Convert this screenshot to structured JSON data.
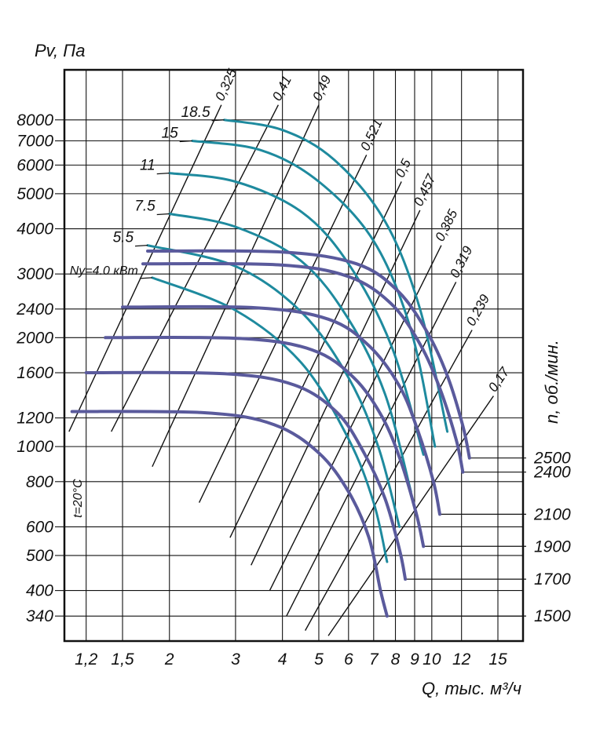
{
  "chart_data": {
    "type": "line",
    "title": "",
    "ylabel": "Pv, Па",
    "xlabel": "Q, тыс. м³/ч",
    "rpm_label": "n, об./мин.",
    "temperature_label": "t=20°C",
    "x_scale": "log",
    "y_scale": "log",
    "xlim": [
      1.05,
      17.5
    ],
    "ylim": [
      290,
      11000
    ],
    "x_ticks": [
      1.2,
      1.5,
      2,
      3,
      4,
      5,
      6,
      7,
      8,
      9,
      10,
      12,
      15
    ],
    "x_tick_labels": [
      "1,2",
      "1,5",
      "2",
      "3",
      "4",
      "5",
      "6",
      "7",
      "8",
      "9",
      "10",
      "12",
      "15"
    ],
    "y_ticks": [
      340,
      400,
      500,
      600,
      800,
      1000,
      1200,
      1600,
      2000,
      2400,
      3000,
      4000,
      5000,
      6000,
      7000,
      8000
    ],
    "y_tick_labels": [
      "340",
      "400",
      "500",
      "600",
      "800",
      "1000",
      "1200",
      "1600",
      "2000",
      "2400",
      "3000",
      "4000",
      "5000",
      "6000",
      "7000",
      "8000"
    ],
    "grid": true,
    "power_curves": [
      {
        "name": "Ny=4.0 кВт",
        "points": [
          [
            1.8,
            2930
          ],
          [
            3.0,
            2380
          ],
          [
            4.5,
            1700
          ],
          [
            6.0,
            1050
          ],
          [
            7.0,
            700
          ],
          [
            7.6,
            480
          ]
        ]
      },
      {
        "name": "5.5",
        "points": [
          [
            1.75,
            3600
          ],
          [
            3.0,
            3150
          ],
          [
            4.5,
            2350
          ],
          [
            6.0,
            1550
          ],
          [
            7.2,
            1000
          ],
          [
            8.2,
            600
          ]
        ]
      },
      {
        "name": "7.5",
        "points": [
          [
            2.0,
            4400
          ],
          [
            3.0,
            4050
          ],
          [
            4.5,
            3250
          ],
          [
            6.0,
            2250
          ],
          [
            7.5,
            1400
          ],
          [
            8.8,
            750
          ]
        ]
      },
      {
        "name": "11",
        "points": [
          [
            2.0,
            5700
          ],
          [
            3.0,
            5400
          ],
          [
            4.5,
            4450
          ],
          [
            6.0,
            3200
          ],
          [
            7.8,
            1900
          ],
          [
            9.5,
            950
          ]
        ]
      },
      {
        "name": "15",
        "points": [
          [
            2.3,
            7000
          ],
          [
            3.5,
            6600
          ],
          [
            5.0,
            5400
          ],
          [
            7.0,
            3700
          ],
          [
            8.8,
            2100
          ],
          [
            10.2,
            1000
          ]
        ]
      },
      {
        "name": "18.5",
        "points": [
          [
            2.8,
            8000
          ],
          [
            4.0,
            7500
          ],
          [
            5.5,
            6200
          ],
          [
            7.5,
            4200
          ],
          [
            9.3,
            2400
          ],
          [
            11.0,
            1100
          ]
        ]
      }
    ],
    "series": [
      {
        "name": "1500",
        "points": [
          [
            1.1,
            1250
          ],
          [
            2.5,
            1240
          ],
          [
            3.8,
            1150
          ],
          [
            5.0,
            960
          ],
          [
            6.0,
            750
          ],
          [
            6.8,
            560
          ],
          [
            7.3,
            400
          ],
          [
            7.6,
            340
          ]
        ]
      },
      {
        "name": "1700",
        "points": [
          [
            1.2,
            1600
          ],
          [
            2.8,
            1590
          ],
          [
            4.3,
            1480
          ],
          [
            5.6,
            1240
          ],
          [
            6.6,
            960
          ],
          [
            7.5,
            720
          ],
          [
            8.2,
            520
          ],
          [
            8.5,
            430
          ]
        ]
      },
      {
        "name": "1900",
        "points": [
          [
            1.35,
            2000
          ],
          [
            3.1,
            1990
          ],
          [
            4.8,
            1850
          ],
          [
            6.2,
            1550
          ],
          [
            7.4,
            1200
          ],
          [
            8.3,
            900
          ],
          [
            9.1,
            650
          ],
          [
            9.5,
            530
          ]
        ]
      },
      {
        "name": "2100",
        "points": [
          [
            1.5,
            2430
          ],
          [
            3.4,
            2420
          ],
          [
            5.3,
            2250
          ],
          [
            6.8,
            1900
          ],
          [
            8.2,
            1470
          ],
          [
            9.2,
            1100
          ],
          [
            10.1,
            800
          ],
          [
            10.5,
            650
          ]
        ]
      },
      {
        "name": "2400",
        "points": [
          [
            1.7,
            3200
          ],
          [
            3.9,
            3180
          ],
          [
            6.0,
            2950
          ],
          [
            7.8,
            2480
          ],
          [
            9.3,
            1920
          ],
          [
            10.5,
            1450
          ],
          [
            11.6,
            1050
          ],
          [
            12.1,
            850
          ]
        ]
      },
      {
        "name": "2500",
        "points": [
          [
            1.75,
            3470
          ],
          [
            4.0,
            3450
          ],
          [
            6.3,
            3200
          ],
          [
            8.1,
            2700
          ],
          [
            9.7,
            2080
          ],
          [
            11.0,
            1570
          ],
          [
            12.1,
            1140
          ],
          [
            12.6,
            930
          ]
        ]
      }
    ],
    "efficiency_lines": [
      {
        "name": "0,325",
        "points": [
          [
            1.08,
            1100
          ],
          [
            2.75,
            8800
          ]
        ]
      },
      {
        "name": "0,41",
        "points": [
          [
            1.4,
            1100
          ],
          [
            3.9,
            8800
          ]
        ]
      },
      {
        "name": "0,49",
        "points": [
          [
            1.8,
            880
          ],
          [
            5.0,
            8800
          ]
        ]
      },
      {
        "name": "0,521",
        "points": [
          [
            2.4,
            700
          ],
          [
            6.7,
            6400
          ]
        ]
      },
      {
        "name": "0,5",
        "points": [
          [
            2.9,
            560
          ],
          [
            8.3,
            5400
          ]
        ]
      },
      {
        "name": "0,457",
        "points": [
          [
            3.3,
            470
          ],
          [
            9.3,
            4500
          ]
        ]
      },
      {
        "name": "0,385",
        "points": [
          [
            3.7,
            400
          ],
          [
            10.6,
            3600
          ]
        ]
      },
      {
        "name": "0,319",
        "points": [
          [
            4.1,
            340
          ],
          [
            11.6,
            2850
          ]
        ]
      },
      {
        "name": "0,239",
        "points": [
          [
            4.6,
            310
          ],
          [
            12.8,
            2100
          ]
        ]
      },
      {
        "name": "0,17",
        "points": [
          [
            5.3,
            300
          ],
          [
            14.6,
            1380
          ]
        ]
      }
    ],
    "colors": {
      "power_curves": "#1e8a9e",
      "rpm_curves": "#5a5a9c",
      "grid": "#111111",
      "efficiency_lines": "#111111"
    }
  }
}
